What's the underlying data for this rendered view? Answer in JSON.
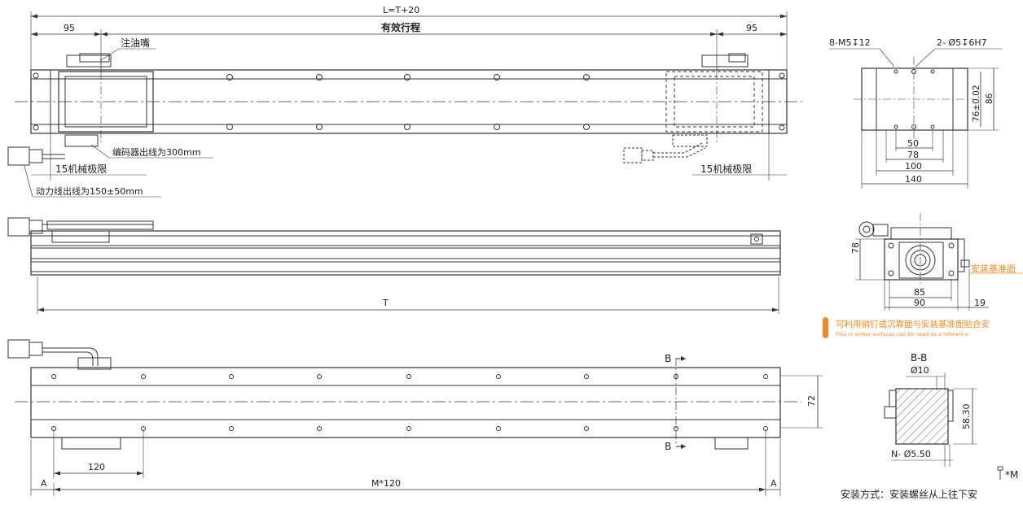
{
  "top_view": {
    "overall_length": "L=T+20",
    "left_margin": "95",
    "right_margin": "95",
    "effective_stroke": "有效行程",
    "oil_nozzle": "注油嘴",
    "encoder_cable": "编码器出线为300mm",
    "mechanical_limit_left": "15机械极限",
    "mechanical_limit_right": "15机械极限",
    "power_cable": "动力线出线为150±50mm"
  },
  "side_view": {
    "length": "T"
  },
  "bottom_view": {
    "section_mark_top": "B",
    "section_mark_bottom": "B",
    "height": "72",
    "pitch": "120",
    "total": "M*120",
    "end_left": "A",
    "end_right": "A"
  },
  "end_view_top": {
    "holes_left": "8-M5↧12",
    "holes_right": "2- Ø5↧6H7",
    "height_tol": "76±0.02",
    "height": "86",
    "width_50": "50",
    "width_78": "78",
    "width_100": "100",
    "width_140": "140"
  },
  "end_view_side": {
    "height": "78",
    "reference_face": "安装基准面",
    "width_85": "85",
    "width_90": "90",
    "offset_19": "19"
  },
  "note": {
    "zh": "可利用销钉或沉靠面与安装基准面贴合安",
    "en": "Pins or sinker surfaces can be used as a reference"
  },
  "section_bb": {
    "title": "B-B",
    "diameter": "Ø10",
    "height": "58.30",
    "holes": "N- Ø5.50",
    "screw": "*M"
  },
  "install_method": "安装方式：安装螺丝从上往下安"
}
